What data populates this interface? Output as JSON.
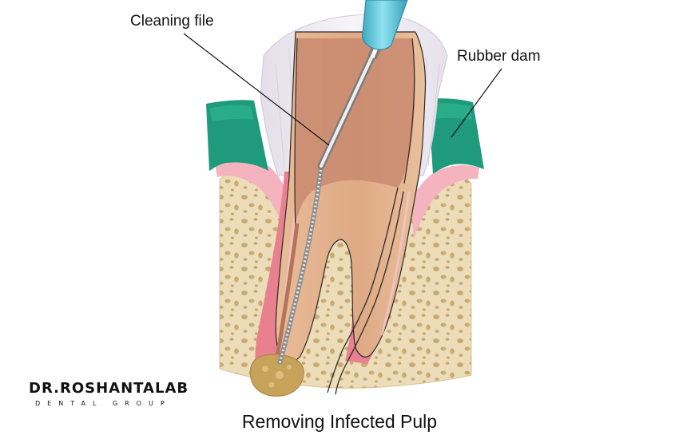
{
  "labels": {
    "cleaning_file": "Cleaning file",
    "rubber_dam": "Rubber dam"
  },
  "caption": "Removing Infected Pulp",
  "logo": {
    "name": "DR.ROSHANTALAB",
    "subtitle": "DENTAL GROUP"
  },
  "colors": {
    "bone": "#ead9b3",
    "bone_pore": "#c9ad78",
    "gum": "#f4b3bf",
    "root_lining": "#e8808f",
    "tooth": "#e7b894",
    "pulp_chamber": "#c98a6e",
    "rubber_dam": "#1f9a7c",
    "dam_clamp": "#e6e2ea",
    "file_handle": "#5cc8dc",
    "abscess": "#c7a25a"
  },
  "icons": {
    "file": "endodontic-file-icon"
  }
}
